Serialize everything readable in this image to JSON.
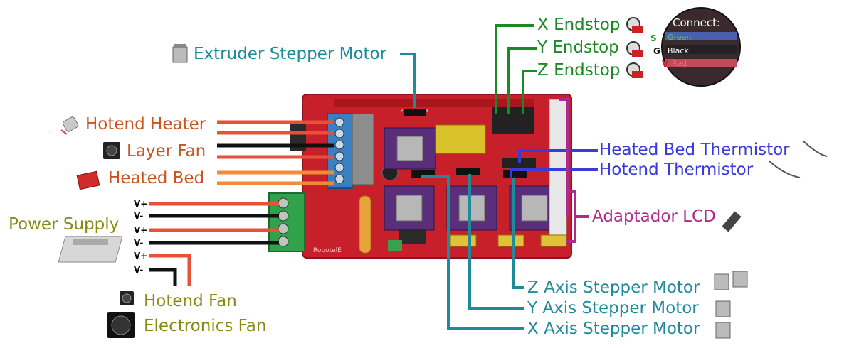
{
  "labels": {
    "extruder_stepper": "Extruder Stepper Motor",
    "hotend_heater": "Hotend Heater",
    "layer_fan": "Layer Fan",
    "heated_bed": "Heated Bed",
    "power_supply": "Power Supply",
    "hotend_fan": "Hotend Fan",
    "electronics_fan": "Electronics Fan",
    "x_endstop": "X Endstop",
    "y_endstop": "Y Endstop",
    "z_endstop": "Z Endstop",
    "heated_bed_thermistor": "Heated Bed Thermistor",
    "hotend_thermistor": "Hotend Thermistor",
    "adaptador_lcd": "Adaptador LCD",
    "z_axis_stepper": "Z Axis Stepper Motor",
    "y_axis_stepper": "Y Axis Stepper Motor",
    "x_axis_stepper": "X Axis Stepper Motor"
  },
  "power_pins": [
    "V+",
    "V-",
    "V+",
    "V-",
    "V+",
    "V-"
  ],
  "connect_inset": {
    "title": "Connect:",
    "rows": [
      {
        "prefix": "S",
        "name": "Green"
      },
      {
        "prefix": "G",
        "name": "Black"
      },
      {
        "prefix": "V",
        "name": "Red"
      }
    ]
  },
  "board": {
    "brand": "RobotelE",
    "pin_labels": [
      "2B",
      "2A",
      "1A",
      "1B"
    ]
  },
  "colors": {
    "board_red": "#c8202a",
    "wire_red": "#e8503a",
    "wire_black": "#111111",
    "wire_orange": "#f28a3c",
    "endstop_green": "#1b8a26",
    "thermistor_blue": "#3b3bd9",
    "stepper_teal": "#1f8a99",
    "lcd_magenta": "#b02a8e"
  }
}
